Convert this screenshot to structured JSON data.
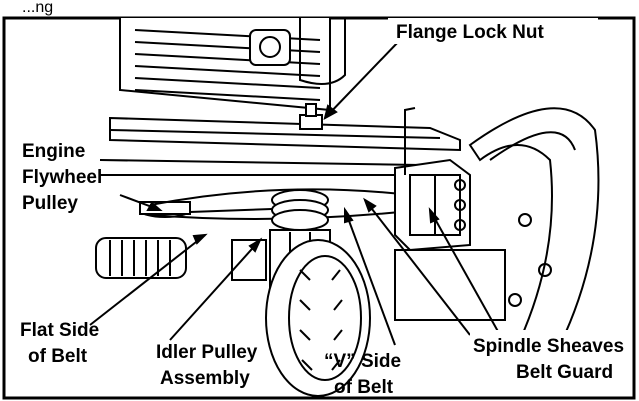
{
  "title_fragment": "...ng",
  "callouts": {
    "flange_lock_nut": "Flange Lock Nut",
    "engine_line1": "Engine",
    "engine_line2": "Flywheel",
    "engine_line3": "Pulley",
    "flat_line1": "Flat Side",
    "flat_line2": "of Belt",
    "idler_line1": "Idler Pulley",
    "idler_line2": "Assembly",
    "v_line1": "“V” Side",
    "v_line2": "of Belt",
    "spindle_line1": "Spindle Sheaves",
    "spindle_line2": "Belt Guard"
  },
  "colors": {
    "ink": "#000000",
    "paper": "#ffffff",
    "shade": "#b8b8b8"
  }
}
